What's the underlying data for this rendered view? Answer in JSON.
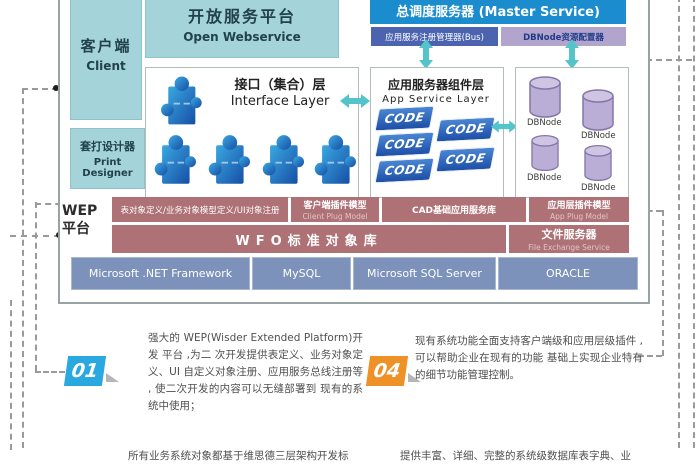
{
  "diagram": {
    "client": {
      "zh": "客户端",
      "en": "Client"
    },
    "open_webservice": {
      "zh": "开放服务平台",
      "en": "Open Webservice"
    },
    "interface_layer": {
      "zh": "接口（集合）层",
      "en": "Interface Layer"
    },
    "print_designer": {
      "zh": "套打设计器",
      "en": "Print Designer"
    },
    "master_service": {
      "label": "总调度服务器 (Master Service)"
    },
    "service_bus": {
      "label": "应用服务注册管理器(Bus)"
    },
    "dbnode_config": {
      "label": "DBNode资源配置器"
    },
    "app_service_layer": {
      "zh": "应用服务器组件层",
      "en": "App Service Layer",
      "code_label": "CODE"
    },
    "dbnode_label": "DBNode",
    "wep_platform": {
      "line1": "WEP",
      "line2": "平台"
    },
    "red_bars": {
      "object_registry": "表对象定义/业务对象模型定义/UI对象注册",
      "client_plug": {
        "zh": "客户端插件模型",
        "en": "Client Plug Model"
      },
      "cad_lib": "CAD基础应用服务库",
      "app_plug": {
        "zh": "应用层插件模型",
        "en": "App Plug Model"
      },
      "wfo": "WFO标准对象库",
      "file_server": {
        "zh": "文件服务器",
        "en": "File Exchange Service"
      }
    },
    "db_row": [
      "Microsoft .NET Framework",
      "MySQL",
      "Microsoft SQL Server",
      "ORACLE"
    ]
  },
  "notes": {
    "item1": {
      "number": "01",
      "text": "强大的 WEP(Wisder Extended Platform)开发 平台 ,为二 次开发提供表定义、业务对象定义、UI 自定义对象注册、应用服务总线注册等 , 使二次开发的内容可以无缝部署到 现有的系统中使用；"
    },
    "item4": {
      "number": "04",
      "text": "现有系统功能全面支持客户端级和应用层级插件 , 可以帮助企业在现有的功能 基础上实现企业特有的细节功能管理控制。"
    },
    "bottom_left": "所有业务系统对象都基于维思德三层架构开发标",
    "bottom_right": "提供丰富、详细、完整的系统级数据库表字典、业"
  },
  "colors": {
    "teal_box": "#a5d3da",
    "master_blue": "#1b8cce",
    "bus_blue": "#4c63b0",
    "config_purple": "#b1a5cd",
    "maroon_bar": "#ad7176",
    "db_slate": "#7c92ba",
    "arrow_teal": "#52c4ca",
    "badge01_blue": "#2aa9e0",
    "badge04_orange": "#ee9126"
  }
}
